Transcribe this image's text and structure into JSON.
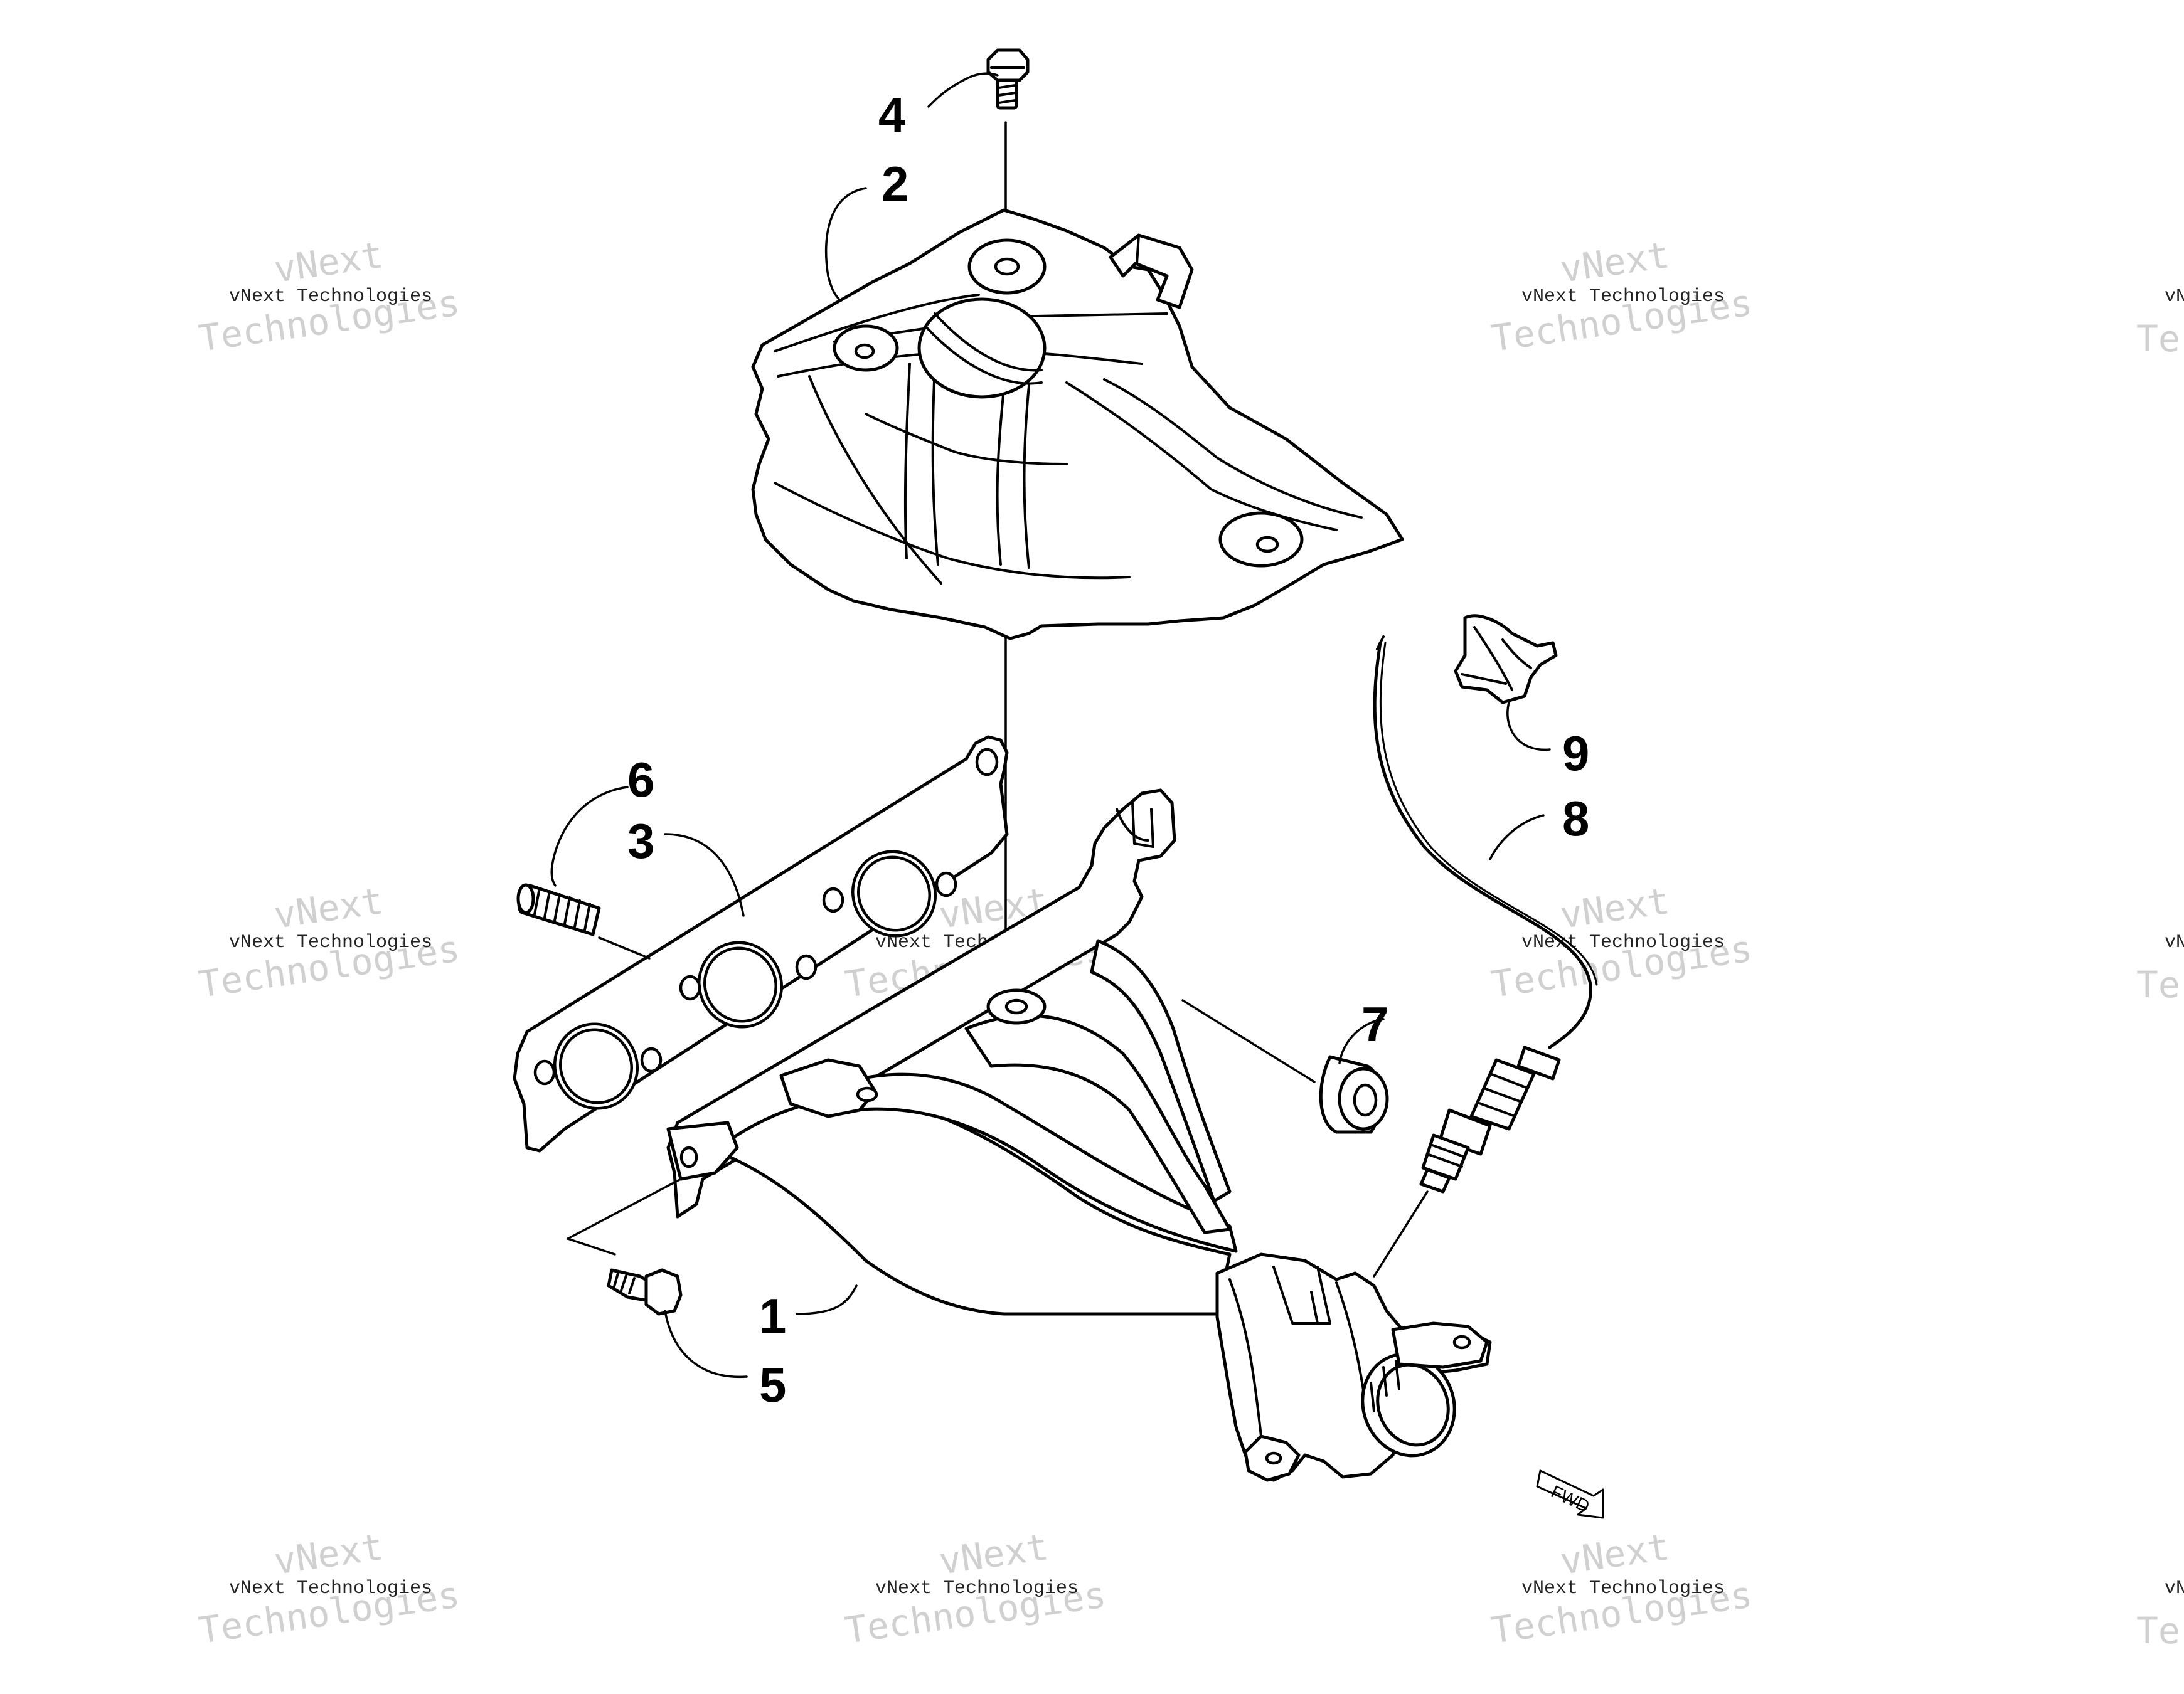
{
  "diagram": {
    "callouts": [
      {
        "id": "1",
        "label": "1"
      },
      {
        "id": "2",
        "label": "2"
      },
      {
        "id": "3",
        "label": "3"
      },
      {
        "id": "4",
        "label": "4"
      },
      {
        "id": "5",
        "label": "5"
      },
      {
        "id": "6",
        "label": "6"
      },
      {
        "id": "7",
        "label": "7"
      },
      {
        "id": "8",
        "label": "8"
      },
      {
        "id": "9",
        "label": "9"
      }
    ],
    "forward_marker": "FWD",
    "watermark_text": "vNext Technologies",
    "watermark_line_a": "vNext",
    "watermark_line_b": "Technologies",
    "colors": {
      "line": "#000000",
      "background": "#ffffff",
      "watermark": "#c8c8c8"
    }
  }
}
